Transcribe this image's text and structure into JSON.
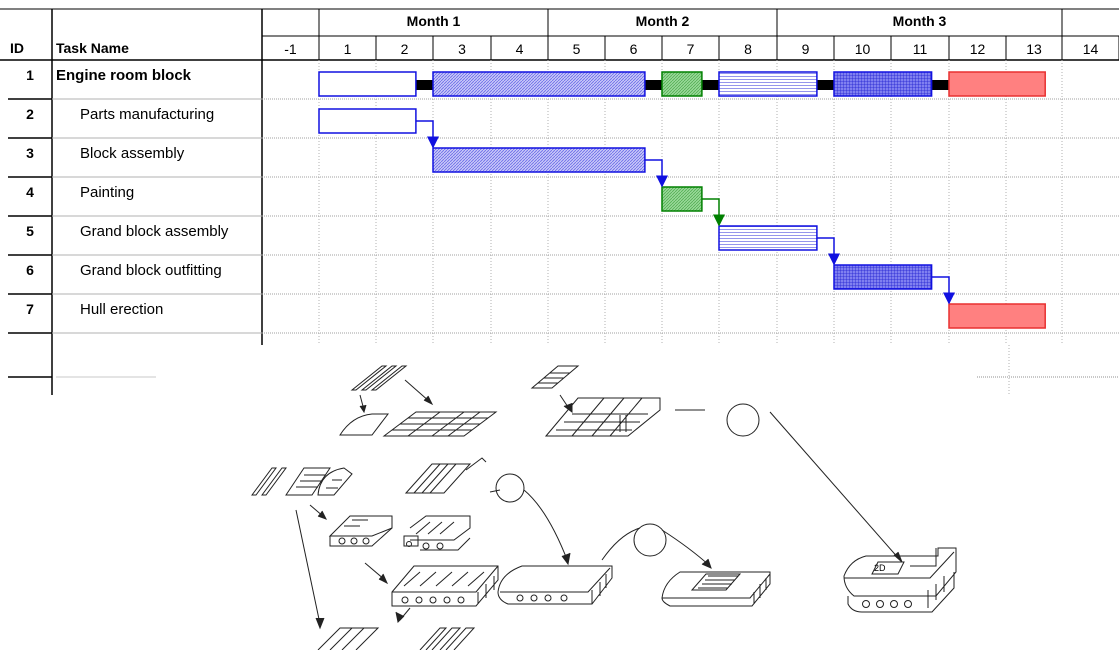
{
  "gantt": {
    "headers": {
      "id": "ID",
      "task_name": "Task Name"
    },
    "months": [
      {
        "label": "Month 1",
        "from": 1,
        "to": 4
      },
      {
        "label": "Month 2",
        "from": 5,
        "to": 8
      },
      {
        "label": "Month 3",
        "from": 9,
        "to": 13
      }
    ],
    "periods": [
      "-1",
      "1",
      "2",
      "3",
      "4",
      "5",
      "6",
      "7",
      "8",
      "9",
      "10",
      "11",
      "12",
      "13",
      "14"
    ],
    "tasks": [
      {
        "id": "1",
        "name": "Engine room block",
        "summary": true
      },
      {
        "id": "2",
        "name": "Parts manufacturing",
        "start": 1,
        "end": 2.7,
        "style": "white"
      },
      {
        "id": "3",
        "name": "Block assembly",
        "start": 3,
        "end": 6.7,
        "style": "blue-hatch"
      },
      {
        "id": "4",
        "name": "Painting",
        "start": 7,
        "end": 7.7,
        "style": "green"
      },
      {
        "id": "5",
        "name": "Grand block assembly",
        "start": 8,
        "end": 9.7,
        "style": "blue-lines"
      },
      {
        "id": "6",
        "name": "Grand block outfitting",
        "start": 10,
        "end": 11.7,
        "style": "blue-grid"
      },
      {
        "id": "7",
        "name": "Hull erection",
        "start": 12,
        "end": 13.7,
        "style": "red"
      }
    ],
    "colors": {
      "blue": "#1010e0",
      "green": "#008000",
      "red": "#e83030",
      "red_fill": "#ff8080",
      "summary": "#000000"
    }
  },
  "diagram": {
    "label_2d": "2D"
  }
}
